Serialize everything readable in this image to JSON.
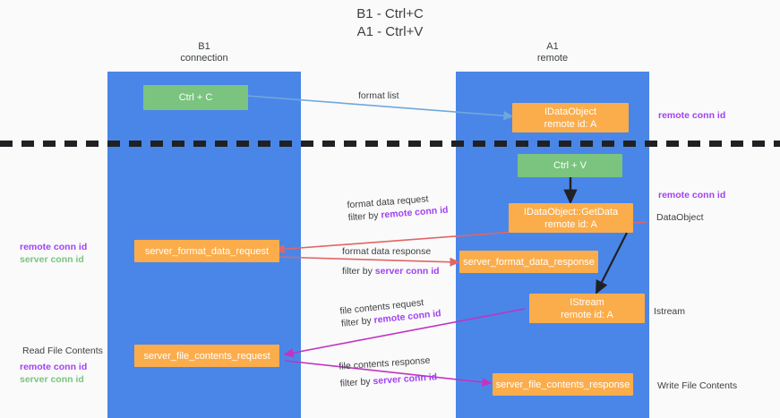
{
  "title": "B1 - Ctrl+C\nA1 - Ctrl+V",
  "columns": {
    "left": {
      "name": "B1",
      "role": "connection",
      "header": "B1\nconnection"
    },
    "right": {
      "name": "A1",
      "role": "remote",
      "header": "A1\nremote"
    }
  },
  "colors": {
    "column_band": "#4a86e8",
    "node_green": "#7ac47f",
    "node_orange": "#fbad4b",
    "remote_conn_id": "#a142f4",
    "server_conn_id": "#7ac47f",
    "arrow_format_list": "#6fa8dc",
    "arrow_format_data": "#e06666",
    "arrow_file_contents": "#c233c2",
    "arrow_control": "#202124",
    "divider": "#202124",
    "text": "#3c4043",
    "background": "#fafafa"
  },
  "nodes": [
    {
      "id": "ctrl-c",
      "label": "Ctrl + C",
      "sublabel": "",
      "color": "green"
    },
    {
      "id": "idataobject",
      "label": "IDataObject",
      "sublabel": "remote id: A",
      "color": "orange"
    },
    {
      "id": "ctrl-v",
      "label": "Ctrl + V",
      "sublabel": "",
      "color": "green"
    },
    {
      "id": "idataobject-getdata",
      "label": "IDataObject::GetData",
      "sublabel": "remote id: A",
      "color": "orange"
    },
    {
      "id": "server-format-data-request",
      "label": "server_format_data_request",
      "sublabel": "",
      "color": "orange"
    },
    {
      "id": "server-format-data-response",
      "label": "server_format_data_response",
      "sublabel": "",
      "color": "orange"
    },
    {
      "id": "istream",
      "label": "IStream",
      "sublabel": "remote id: A",
      "color": "orange"
    },
    {
      "id": "server-file-contents-request",
      "label": "server_file_contents_request",
      "sublabel": "",
      "color": "orange"
    },
    {
      "id": "server-file-contents-response",
      "label": "server_file_contents_response",
      "sublabel": "",
      "color": "orange"
    }
  ],
  "edge_labels": {
    "format_list": "format list",
    "format_data_request": "format data request",
    "format_data_request_filter_prefix": "filter by ",
    "format_data_request_filter_key": "remote conn id",
    "format_data_response": "format data response",
    "format_data_response_filter_prefix": "filter by ",
    "format_data_response_filter_key": "server conn id",
    "file_contents_request": "file contents request",
    "file_contents_request_filter_prefix": "filter by ",
    "file_contents_request_filter_key": "remote conn id",
    "file_contents_response": "file contents response",
    "file_contents_response_filter_prefix": "filter by ",
    "file_contents_response_filter_key": "server conn id"
  },
  "right_annotations": [
    {
      "id": "remote-conn-id-top",
      "text": "remote conn id",
      "style": "purple"
    },
    {
      "id": "remote-conn-id-mid",
      "text": "remote conn id",
      "style": "purple"
    },
    {
      "id": "dataobject",
      "text": "DataObject",
      "style": "plain"
    },
    {
      "id": "istream-label",
      "text": "Istream",
      "style": "plain"
    },
    {
      "id": "write-file-contents",
      "text": "Write File Contents",
      "style": "plain"
    }
  ],
  "left_annotations": [
    {
      "id": "remote-conn-id-left-mid",
      "text": "remote conn id",
      "style": "purple"
    },
    {
      "id": "server-conn-id-left-mid",
      "text": "server conn id",
      "style": "green"
    },
    {
      "id": "read-file-contents",
      "text": "Read File Contents",
      "style": "plain"
    },
    {
      "id": "remote-conn-id-left-bottom",
      "text": "remote conn id",
      "style": "purple"
    },
    {
      "id": "server-conn-id-left-bottom",
      "text": "server conn id",
      "style": "green"
    }
  ]
}
